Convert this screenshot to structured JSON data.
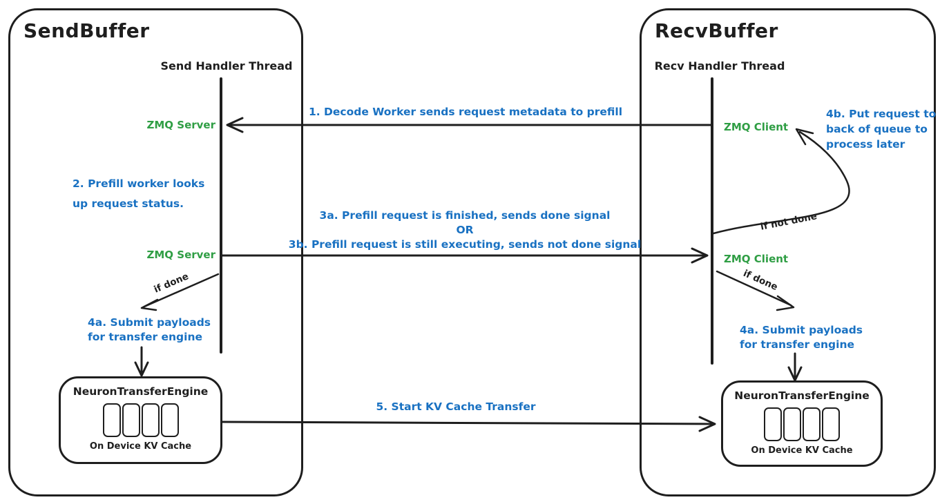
{
  "colors": {
    "stroke": "#1e1e1e",
    "step_text": "#1971c2",
    "zmq_text": "#2f9e44",
    "background": "#ffffff"
  },
  "send": {
    "title": "SendBuffer",
    "thread_label": "Send Handler Thread",
    "zmq_top": "ZMQ Server",
    "zmq_bottom": "ZMQ Server",
    "if_done_label": "if done",
    "engine": {
      "title": "NeuronTransferEngine",
      "cache_label": "On Device KV Cache"
    }
  },
  "recv": {
    "title": "RecvBuffer",
    "thread_label": "Recv Handler Thread",
    "zmq_top": "ZMQ Client",
    "zmq_bottom": "ZMQ Client",
    "if_done_label": "if done",
    "if_not_done_label": "if not done",
    "engine": {
      "title": "NeuronTransferEngine",
      "cache_label": "On Device KV Cache"
    }
  },
  "steps": {
    "step1": "1. Decode Worker sends request metadata to prefill",
    "step2": "2. Prefill worker looks\nup request status.",
    "step3": "3a. Prefill request is finished, sends done signal\nOR\n3b. Prefill request is still executing, sends not done signal",
    "step4a_send": "4a. Submit payloads\nfor transfer engine",
    "step4a_recv": "4a. Submit payloads\nfor transfer engine",
    "step4b": "4b. Put request to\nback of queue to\nprocess later",
    "step5": "5. Start KV Cache Transfer"
  }
}
